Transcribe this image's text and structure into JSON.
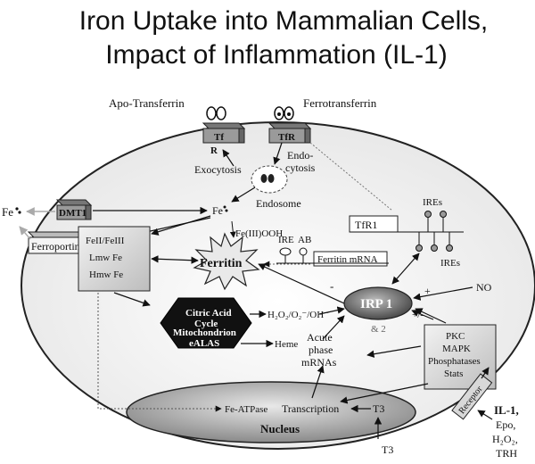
{
  "title_line1": "Iron Uptake into Mammalian Cells,",
  "title_line2": "Impact of Inflammation (IL-1)",
  "labels": {
    "apo_transferrin": "Apo-Transferrin",
    "ferrotransferrin": "Ferrotransferrin",
    "tf": "Tf",
    "r": "R",
    "tfr": "TfR",
    "exocytosis": "Exocytosis",
    "endocytosis_1": "Endo-",
    "endocytosis_2": "cytosis",
    "endosome": "Endosome",
    "fe_ext": "Fe",
    "dmt1": "DMT1",
    "ferroportin": "Ferroportin",
    "fe_cyto": "Fe",
    "tfr1": "TfR1",
    "ires_top": "IREs",
    "ires_bottom": "IREs",
    "fe_forms": [
      "FeII/FeIII",
      "Lmw Fe",
      "Hmw Fe"
    ],
    "fe_iii_ooh": "Fe(III)OOH",
    "ire": "IRE",
    "ab": "AB",
    "ferritin": "Ferritin",
    "ferritin_mrna": "Ferritin mRNA",
    "no": "NO",
    "plus": "+",
    "minus": "-",
    "plus_minus": "+/-",
    "irp": "IRP 1",
    "irp2": "& 2",
    "mito": [
      "Citric Acid",
      "Cycle",
      "Mitochondrion",
      "eALAS"
    ],
    "ros": "H₂O₂/O₂⁻/OH⁻",
    "heme": "Heme",
    "acute": [
      "Acute",
      "phase",
      "mRNAs"
    ],
    "kinases": [
      "PKC",
      "MAPK",
      "Phosphatases",
      "Stats"
    ],
    "receptor": "Receptor",
    "fe_atpase": "Fe-ATPase",
    "transcription": "Transcription",
    "t3_inner": "T3",
    "nucleus": "Nucleus",
    "t3_outer": "T3",
    "stimuli": [
      "IL-1,",
      "Epo,",
      "H₂O₂,",
      "TRH"
    ]
  }
}
